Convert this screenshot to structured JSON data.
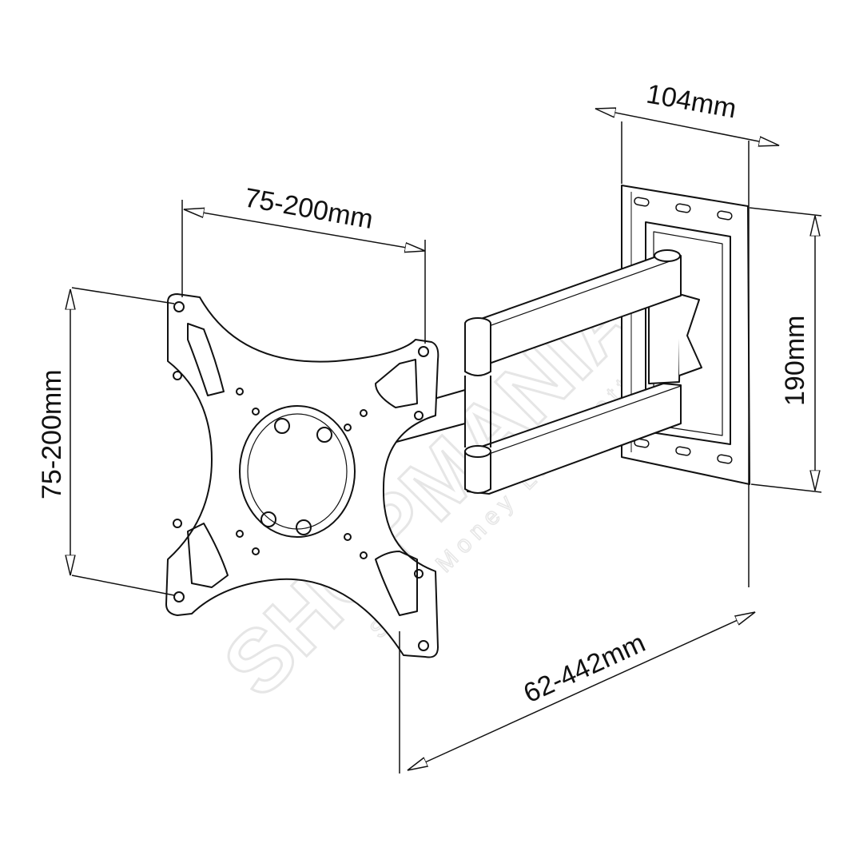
{
  "dimensions": {
    "wall_plate_width": "104mm",
    "vesa_horizontal": "75-200mm",
    "vesa_vertical": "75-200mm",
    "wall_plate_height": "190mm",
    "extension_range": "62-442mm"
  },
  "watermark": {
    "brand": "SHOPMANIA",
    "slogan": "Save Money Live Better"
  },
  "colors": {
    "line": "#111111",
    "watermark": "#e6e6e6"
  }
}
